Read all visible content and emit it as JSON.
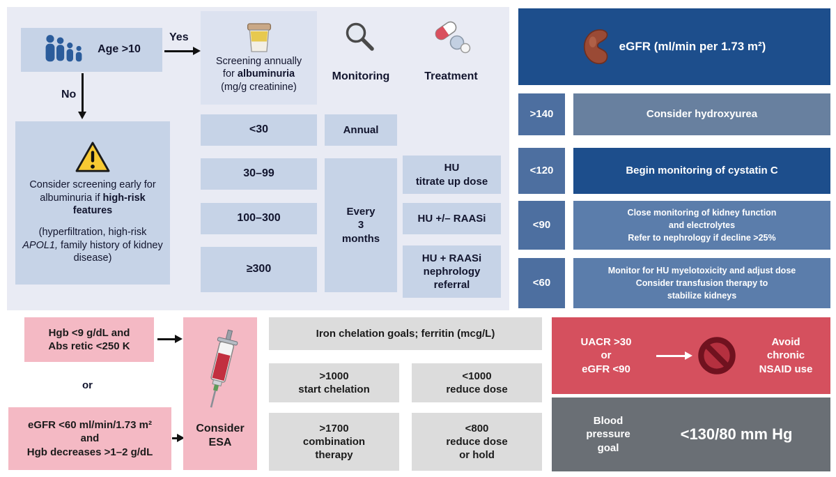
{
  "palette": {
    "panel_bg": "#e9ebf4",
    "light_blue_box": "#c6d3e7",
    "dark_blue": "#1d4e8c",
    "label_blue": "#4d6fa0",
    "slate_blue": "#5b7dab",
    "gray_blue": "#68809f",
    "pink": "#f4b9c4",
    "red": "#d5505e",
    "gray_box": "#dcdcdc",
    "dark_gray": "#6a6f75"
  },
  "flow": {
    "age_label": "Age >10",
    "yes_label": "Yes",
    "no_label": "No",
    "screening_line1": "Screening annually",
    "screening_line2_pre": "for ",
    "screening_line2_bold": "albuminuria",
    "screening_line3": "(mg/g creatinine)",
    "high_risk_p1_pre": "Consider screening early for albuminuria if ",
    "high_risk_p1_bold": "high-risk features",
    "high_risk_p2_pre": "(hyperfiltration, high-risk ",
    "high_risk_p2_italic": "APOL1,",
    "high_risk_p2_post": " family history of kidney disease)",
    "ranges": [
      "<30",
      "30–99",
      "100–300",
      "≥300"
    ],
    "monitoring_header": "Monitoring",
    "monitoring_annual": "Annual",
    "monitoring_every3": "Every\n3\nmonths",
    "treatment_header": "Treatment",
    "treatment_1": "HU\ntitrate up dose",
    "treatment_2": "HU +/– RAASi",
    "treatment_3": "HU + RAASi\nnephrology\nreferral"
  },
  "egfr": {
    "title": "eGFR (ml/min per 1.73 m²)",
    "rows": [
      {
        "label": ">140",
        "text": "Consider hydroxyurea"
      },
      {
        "label": "<120",
        "text": "Begin monitoring of cystatin C"
      },
      {
        "label": "<90",
        "text": "Close monitoring of kidney function\nand electrolytes\nRefer to nephrology if decline >25%"
      },
      {
        "label": "<60",
        "text": "Monitor for HU myelotoxicity and adjust dose\nConsider transfusion therapy to\nstabilize kidneys"
      }
    ]
  },
  "esa": {
    "criteria_1": "Hgb <9 g/dL and\nAbs retic <250 K",
    "or_label": "or",
    "criteria_2": "eGFR <60 ml/min/1.73 m²\nand\nHgb decreases >1–2 g/dL",
    "action": "Consider\nESA"
  },
  "iron": {
    "header": "Iron chelation goals; ferritin (mcg/L)",
    "cells": [
      ">1000\nstart chelation",
      "<1000\nreduce dose",
      ">1700\ncombination\ntherapy",
      "<800\nreduce dose\nor hold"
    ]
  },
  "nsaid": {
    "condition": "UACR >30\nor\neGFR <90",
    "action": "Avoid\nchronic\nNSAID use"
  },
  "bp": {
    "label": "Blood\npressure\ngoal",
    "value": "<130/80 mm Hg"
  }
}
